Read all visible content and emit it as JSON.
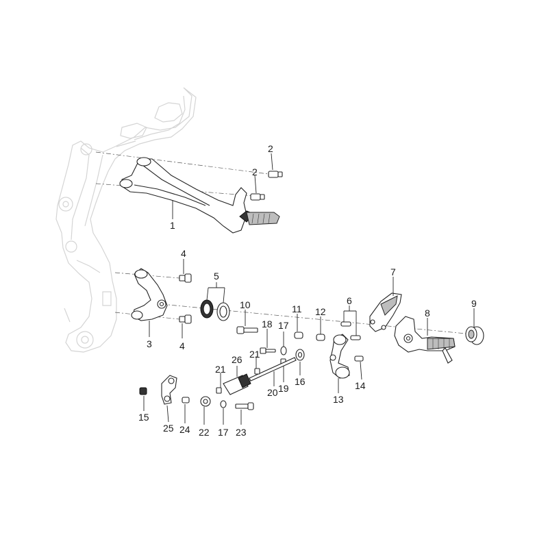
{
  "callouts": {
    "c1": "1",
    "c2a": "2",
    "c2b": "2",
    "c3": "3",
    "c4a": "4",
    "c4b": "4",
    "c5": "5",
    "c6": "6",
    "c7": "7",
    "c8": "8",
    "c9": "9",
    "c10": "10",
    "c11": "11",
    "c12": "12",
    "c13": "13",
    "c14": "14",
    "c15": "15",
    "c16": "16",
    "c17a": "17",
    "c17b": "17",
    "c18": "18",
    "c19": "19",
    "c20": "20",
    "c21a": "21",
    "c21b": "21",
    "c22": "22",
    "c23": "23",
    "c24": "24",
    "c25": "25",
    "c26": "26"
  },
  "colors": {
    "frame_outline": "#d4d4d4",
    "part_outline": "#222222",
    "background": "#ffffff"
  }
}
